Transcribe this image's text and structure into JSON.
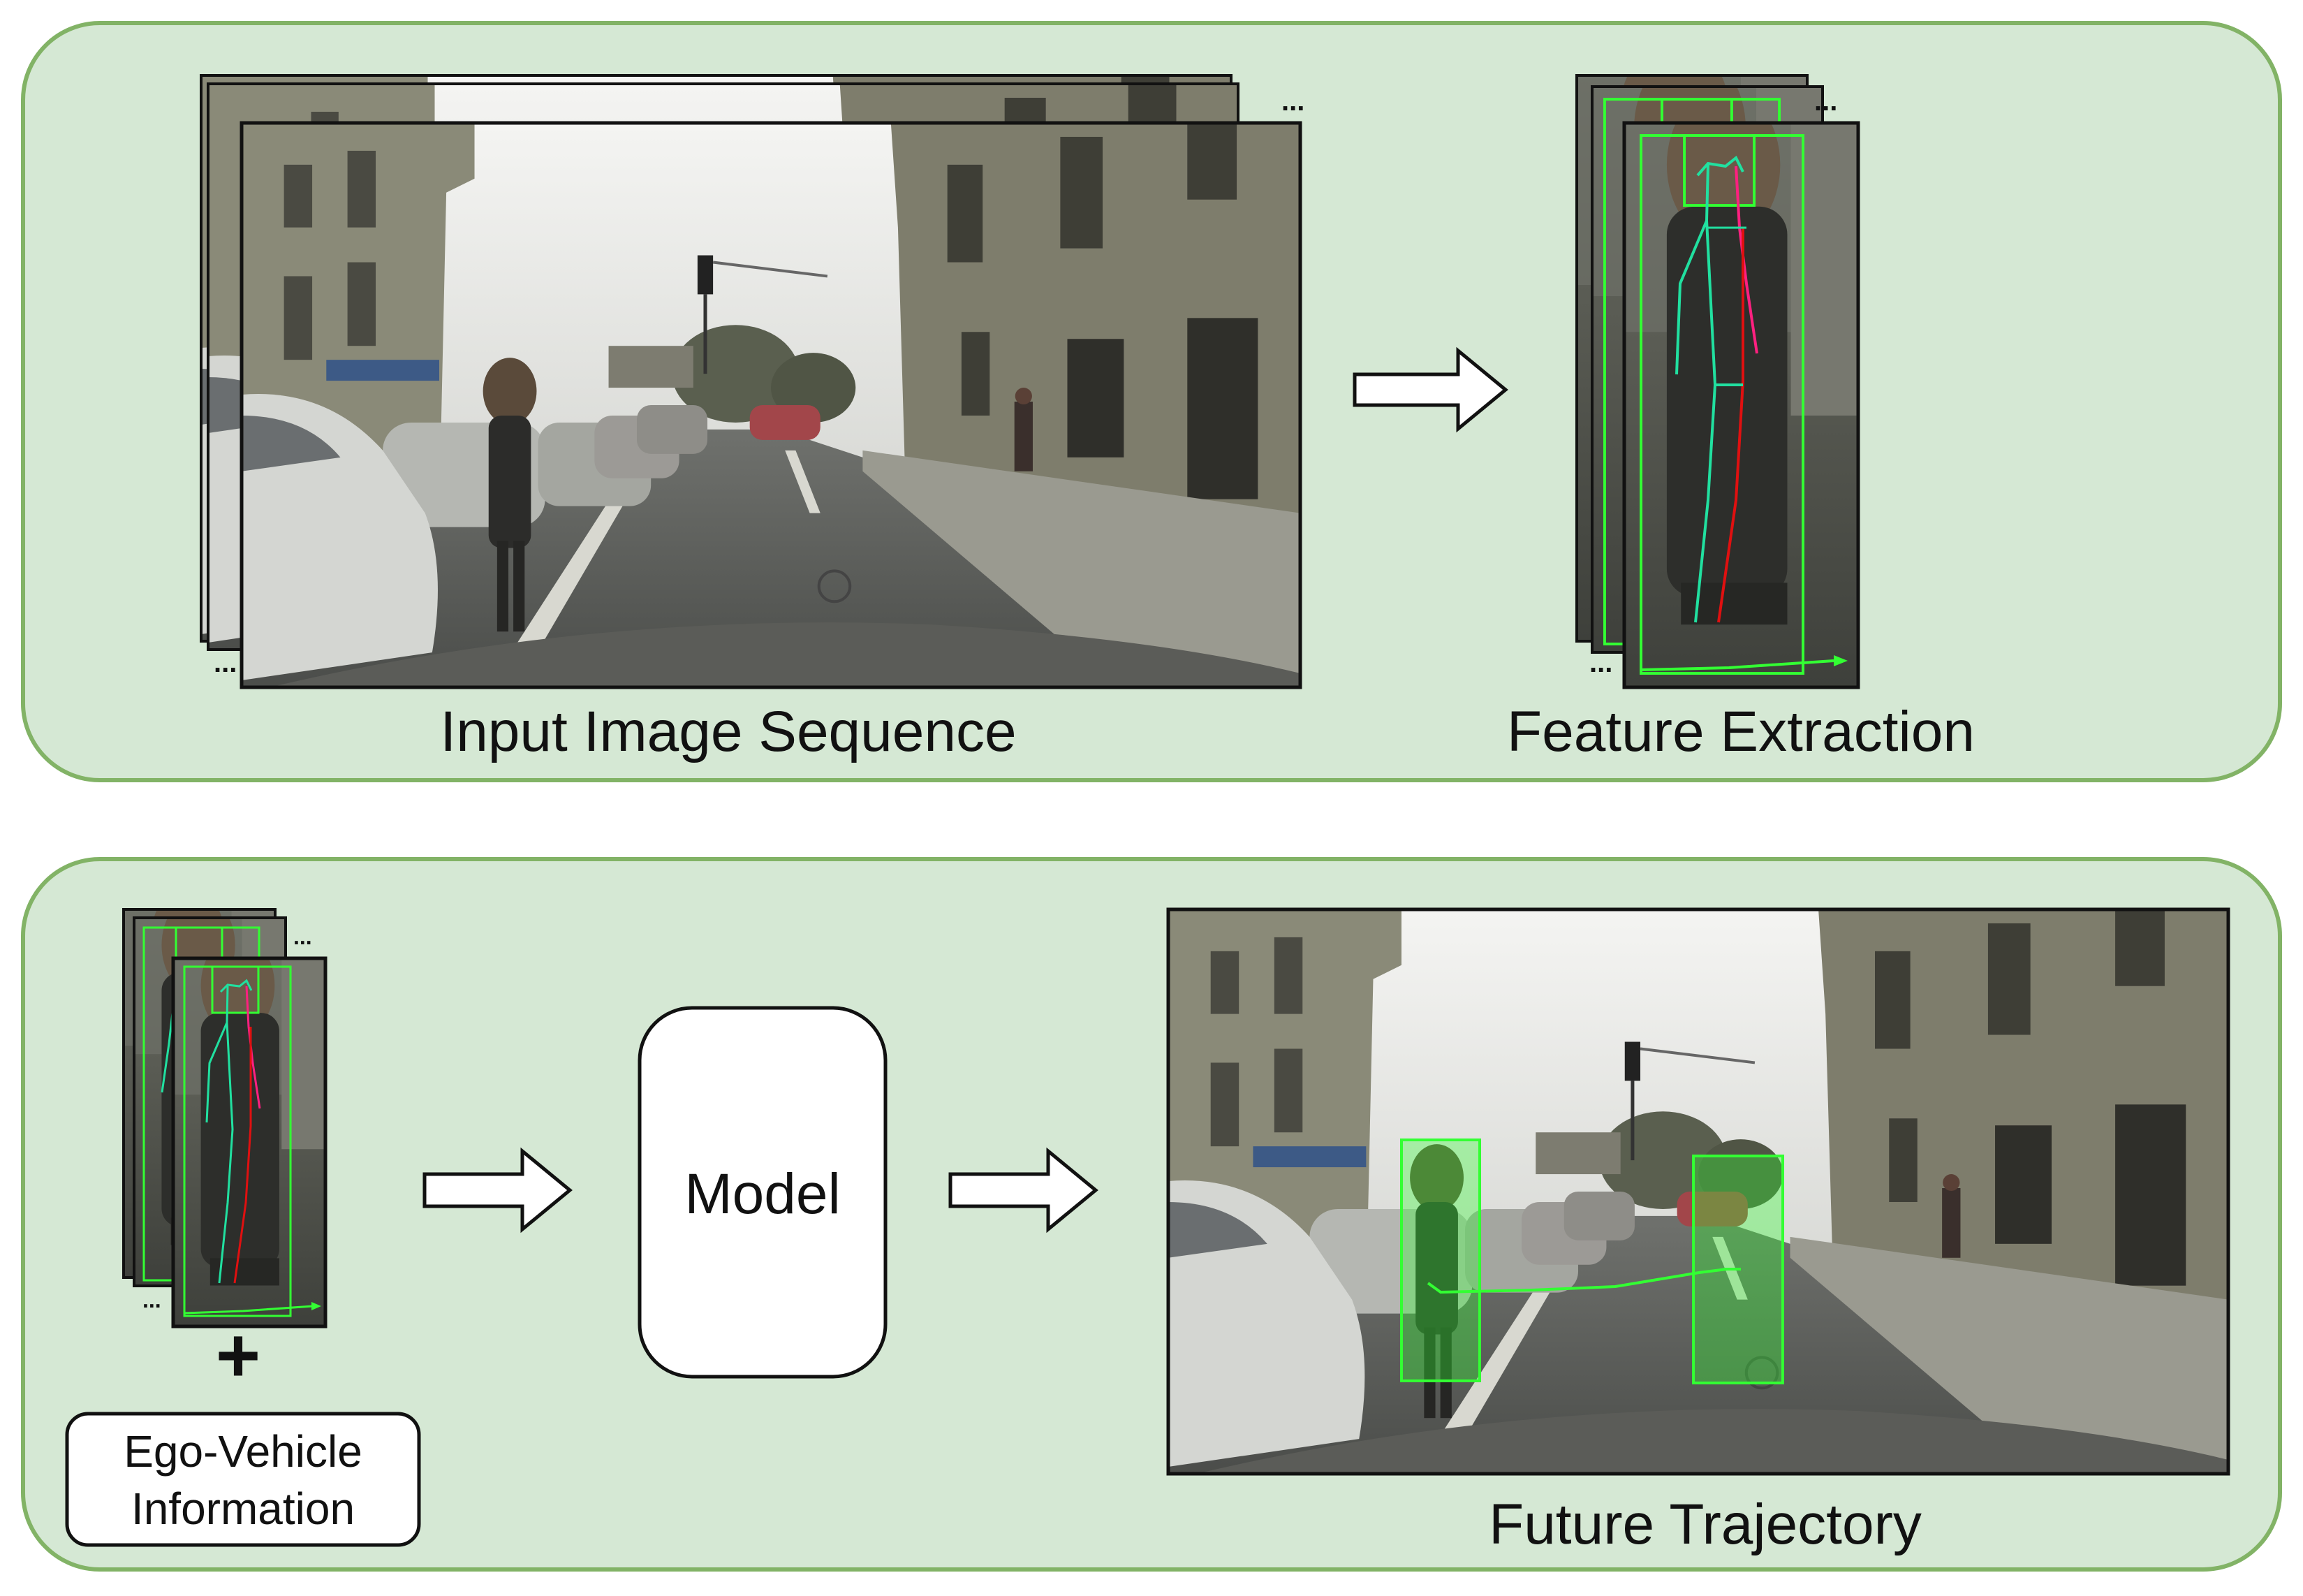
{
  "panels": {
    "top": {
      "input_label": "Input Image Sequence",
      "feature_label": "Feature Extraction"
    },
    "bottom": {
      "plus_symbol": "+",
      "ego_vehicle_line1": "Ego-Vehicle",
      "ego_vehicle_line2": "Information",
      "model_label": "Model",
      "future_label": "Future Trajectory"
    }
  },
  "ellipsis": "...",
  "colors": {
    "panel_fill": "#d5e8d4",
    "panel_border": "#82b366",
    "box_green": "#33ff33",
    "skeleton_left": "#21e0a0",
    "skeleton_right": "#ff2080",
    "skeleton_leg": "#e01010"
  },
  "icons": [
    "right-arrow-icon",
    "plus-icon"
  ]
}
